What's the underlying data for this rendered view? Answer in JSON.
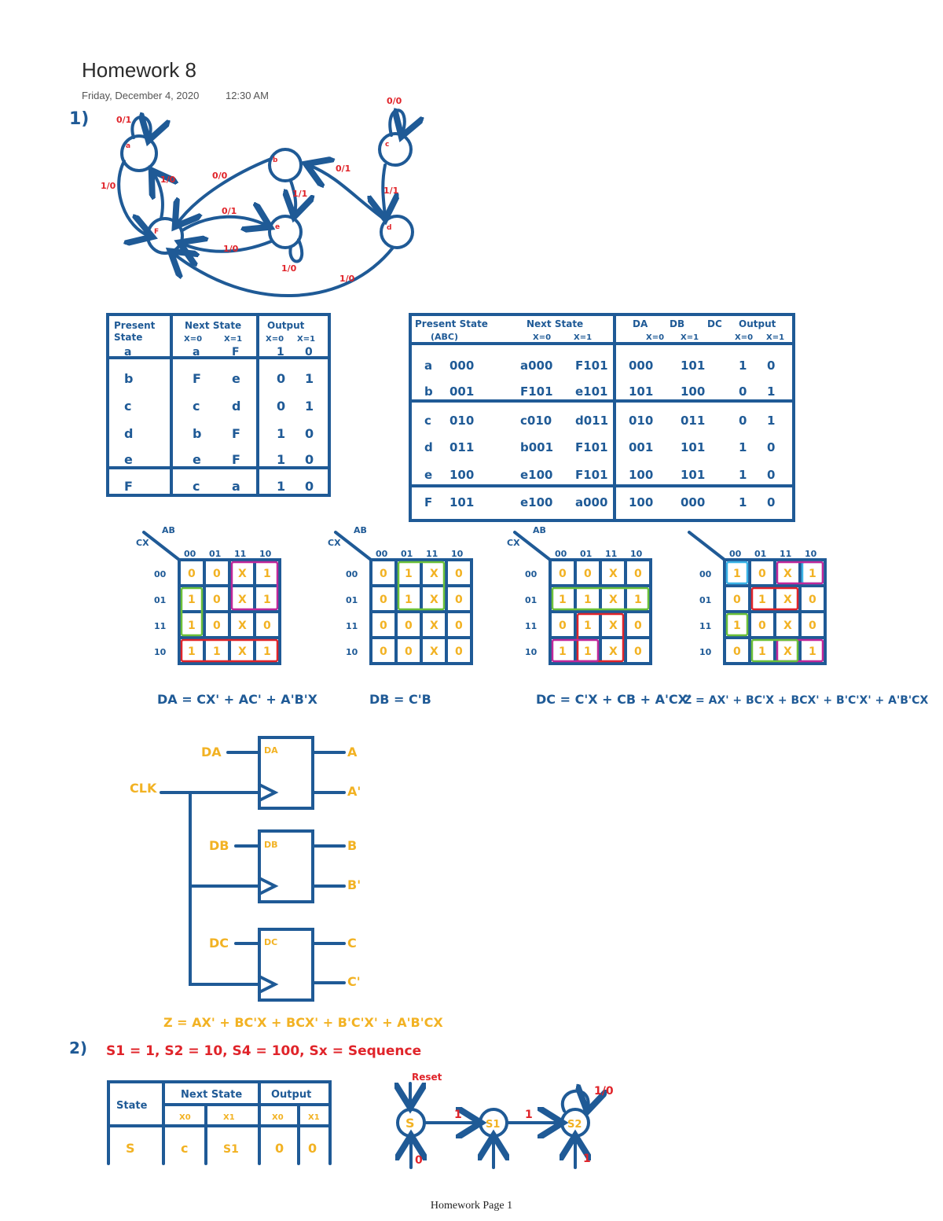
{
  "note": {
    "title": "Homework 8",
    "date": "Friday, December 4, 2020",
    "time": "12:30 AM"
  },
  "footer": "Homework Page 1",
  "problem1": {
    "label": "1)",
    "state_labels": [
      "a",
      "b",
      "c",
      "d",
      "e",
      "F"
    ],
    "edges": [
      "0/1",
      "1/0",
      "1/0",
      "0/0",
      "0/1",
      "1/0",
      "1/1",
      "0/1",
      "0/0",
      "1/1",
      "1/0",
      "1/0"
    ],
    "table1": {
      "header1": [
        "Present",
        "Next State",
        "Output"
      ],
      "header2": [
        "State",
        "X=0",
        "X=1",
        "X=0",
        "X=1"
      ],
      "rows": [
        [
          "a",
          "a",
          "F",
          "1",
          "0"
        ],
        [
          "b",
          "F",
          "e",
          "0",
          "1"
        ],
        [
          "c",
          "c",
          "d",
          "0",
          "1"
        ],
        [
          "d",
          "b",
          "F",
          "1",
          "0"
        ],
        [
          "e",
          "e",
          "F",
          "1",
          "0"
        ],
        [
          "F",
          "c",
          "a",
          "1",
          "0"
        ]
      ]
    },
    "table2": {
      "header1": [
        "Present State",
        "Next State",
        "DA",
        "DB",
        "DC",
        "Output"
      ],
      "header2": [
        "(ABC)",
        "X=0",
        "X=1",
        "X=0",
        "X=1",
        "X=0",
        "X=1"
      ],
      "rows": [
        [
          "a",
          "000",
          "a000",
          "F101",
          "000",
          "101",
          "1",
          "0"
        ],
        [
          "b",
          "001",
          "F101",
          "e101",
          "101",
          "100",
          "0",
          "1"
        ],
        [
          "c",
          "010",
          "c010",
          "d011",
          "010",
          "011",
          "0",
          "1"
        ],
        [
          "d",
          "011",
          "b001",
          "F101",
          "001",
          "101",
          "1",
          "0"
        ],
        [
          "e",
          "100",
          "e100",
          "F101",
          "100",
          "101",
          "1",
          "0"
        ],
        [
          "F",
          "101",
          "e100",
          "a000",
          "100",
          "000",
          "1",
          "0"
        ]
      ]
    },
    "kmaps": [
      {
        "cx": "CX",
        "ab": "AB",
        "cols": [
          "00",
          "01",
          "11",
          "10"
        ],
        "rows": [
          "00",
          "01",
          "11",
          "10"
        ],
        "cells": [
          [
            "0",
            "0",
            "X",
            "1"
          ],
          [
            "1",
            "0",
            "X",
            "1"
          ],
          [
            "1",
            "0",
            "X",
            "0"
          ],
          [
            "1",
            "1",
            "X",
            "1"
          ]
        ],
        "eq": "DA = CX' + AC' + A'B'X"
      },
      {
        "cx": "CX",
        "ab": "AB",
        "cols": [
          "00",
          "01",
          "11",
          "10"
        ],
        "rows": [
          "00",
          "01",
          "11",
          "10"
        ],
        "cells": [
          [
            "0",
            "1",
            "X",
            "0"
          ],
          [
            "0",
            "1",
            "X",
            "0"
          ],
          [
            "0",
            "0",
            "X",
            "0"
          ],
          [
            "0",
            "0",
            "X",
            "0"
          ]
        ],
        "eq": "DB = C'B"
      },
      {
        "cx": "CX",
        "ab": "AB",
        "cols": [
          "00",
          "01",
          "11",
          "10"
        ],
        "rows": [
          "00",
          "01",
          "11",
          "10"
        ],
        "cells": [
          [
            "0",
            "0",
            "X",
            "0"
          ],
          [
            "1",
            "1",
            "X",
            "1"
          ],
          [
            "0",
            "1",
            "X",
            "0"
          ],
          [
            "1",
            "1",
            "X",
            "0"
          ]
        ],
        "eq": "DC = C'X + CB + A'CX'"
      },
      {
        "cx": "",
        "ab": "",
        "cols": [
          "00",
          "01",
          "11",
          "10"
        ],
        "rows": [
          "00",
          "01",
          "11",
          "10"
        ],
        "cells": [
          [
            "1",
            "0",
            "X",
            "1"
          ],
          [
            "0",
            "1",
            "X",
            "0"
          ],
          [
            "1",
            "0",
            "X",
            "0"
          ],
          [
            "0",
            "1",
            "X",
            "1"
          ]
        ],
        "eq": "Z = AX' + BC'X + BCX' + B'C'X' + A'B'CX"
      }
    ],
    "circuit": {
      "inputs": [
        "DA",
        "DB",
        "DC"
      ],
      "ff_labels": [
        "DA",
        "DB",
        "DC"
      ],
      "outputs": [
        "A",
        "A'",
        "B",
        "B'",
        "C",
        "C'"
      ],
      "clk": "CLK",
      "z_eq": "Z = AX' + BC'X + BCX' + B'C'X' + A'B'CX"
    }
  },
  "problem2": {
    "label": "2)",
    "definition": "S1 = 1, S2 = 10, S4 = 100, Sx = Sequence",
    "table": {
      "header_state": "State",
      "header_next": "Next State",
      "header_out": "Output",
      "sub": [
        "X0",
        "X1",
        "X0",
        "X1"
      ],
      "rows": [
        [
          "S",
          "c",
          "S1",
          "0",
          "0"
        ]
      ]
    },
    "diagram": {
      "reset": "Reset",
      "states": [
        "S",
        "S1",
        "S2"
      ],
      "edges": [
        "1",
        "1",
        "1/0",
        "0",
        "1"
      ]
    }
  }
}
